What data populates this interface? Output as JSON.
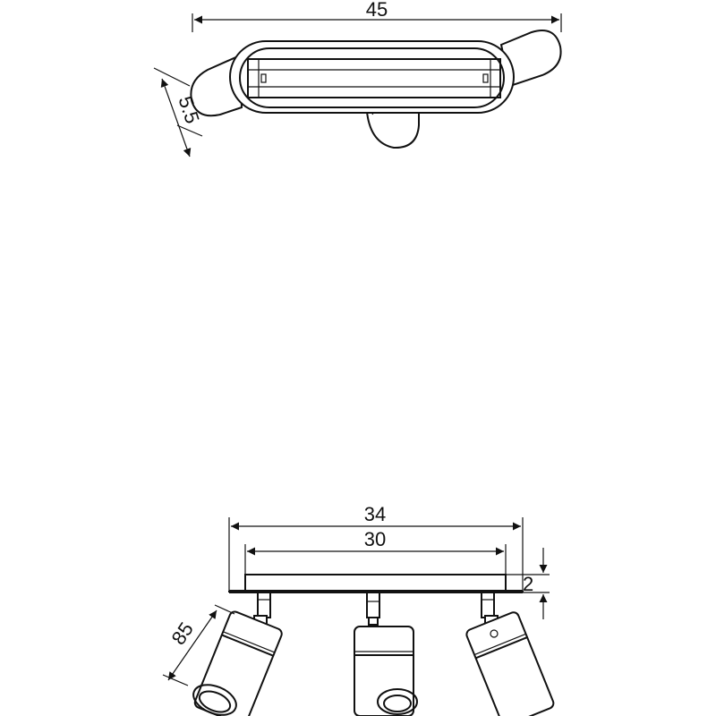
{
  "dimensions": {
    "top_width": "45",
    "top_depth": "5.5",
    "base_total_width": "34",
    "base_plate_width": "30",
    "base_height": "2",
    "spot_length": "85"
  }
}
